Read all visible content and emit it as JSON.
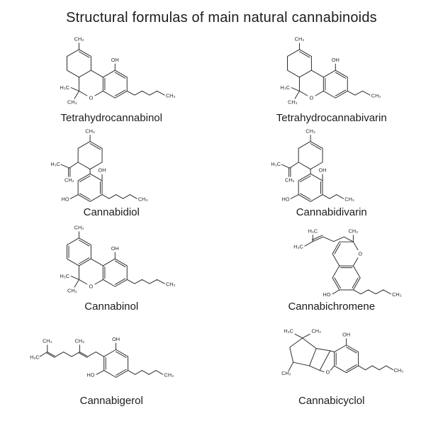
{
  "title": "Structural formulas of main natural cannabinoids",
  "colors": {
    "ink": "#2b2b2b",
    "background": "#ffffff"
  },
  "compounds": [
    {
      "name": "Tetrahydrocannabinol",
      "labels": {
        "top_methyl": "CH₃",
        "hydroxyl": "OH",
        "gem_methyl_1": "H₃C",
        "gem_methyl_2": "CH₃",
        "oxygen": "O",
        "chain_methyl": "CH₃"
      }
    },
    {
      "name": "Tetrahydrocannabivarin",
      "labels": {
        "top_methyl": "CH₃",
        "hydroxyl": "OH",
        "gem_methyl_1": "H₃C",
        "gem_methyl_2": "CH₃",
        "oxygen": "O",
        "chain_methyl": "CH₃"
      }
    },
    {
      "name": "Cannabidiol",
      "labels": {
        "top_methyl": "CH₃",
        "isopropenyl_methyl": "H₃C",
        "methylene": "CH₂",
        "hydroxyl_top": "OH",
        "hydroxyl_bottom": "HO",
        "chain_methyl": "CH₃"
      }
    },
    {
      "name": "Cannabidivarin",
      "labels": {
        "top_methyl": "CH₃",
        "isopropenyl_methyl": "H₃C",
        "methylene": "CH₂",
        "hydroxyl_top": "OH",
        "hydroxyl_bottom": "HO",
        "chain_methyl": "CH₃"
      }
    },
    {
      "name": "Cannabinol",
      "labels": {
        "top_methyl": "CH₃",
        "hydroxyl": "OH",
        "gem_methyl_1": "H₃C",
        "gem_methyl_2": "CH₃",
        "oxygen": "O",
        "chain_methyl": "CH₃"
      }
    },
    {
      "name": "Cannabichromene",
      "labels": {
        "terminal_methyl_1": "H₃C",
        "terminal_methyl_2": "H₃C",
        "ring_methyl": "CH₃",
        "oxygen": "O",
        "hydroxyl": "HO",
        "chain_methyl": "CH₃"
      }
    },
    {
      "name": "Cannabigerol",
      "labels": {
        "terminal_methyl_1": "CH₃",
        "terminal_methyl_2": "H₃C",
        "mid_methyl": "CH₃",
        "hydroxyl_top": "OH",
        "hydroxyl_bottom": "HO",
        "chain_methyl": "CH₃"
      }
    },
    {
      "name": "Cannabicyclol",
      "labels": {
        "gem_methyl_1": "H₃C",
        "gem_methyl_2": "CH₃",
        "ring_methyl": "CH₃",
        "oxygen": "O",
        "hydroxyl": "OH",
        "chain_methyl": "CH₃"
      }
    }
  ]
}
